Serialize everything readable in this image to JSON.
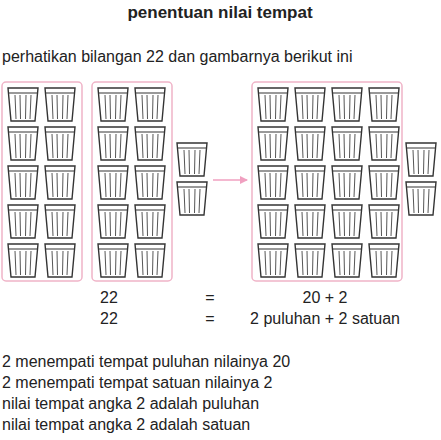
{
  "diagram": {
    "title": "penentuan nilai tempat",
    "labels": [
      "perhatikan bilangan 22 dan gambarnya berikut ini",
      "22",
      "=",
      "20 + 2",
      "22",
      "=",
      "2 puluhan + 2 satuan",
      "2 menempati tempat puluhan nilainya 20",
      "2 menempati tempat satuan nilainya 2",
      "nilai tempat angka 2 adalah puluhan",
      "nilai tempat angka 2 adalah satuan"
    ]
  }
}
